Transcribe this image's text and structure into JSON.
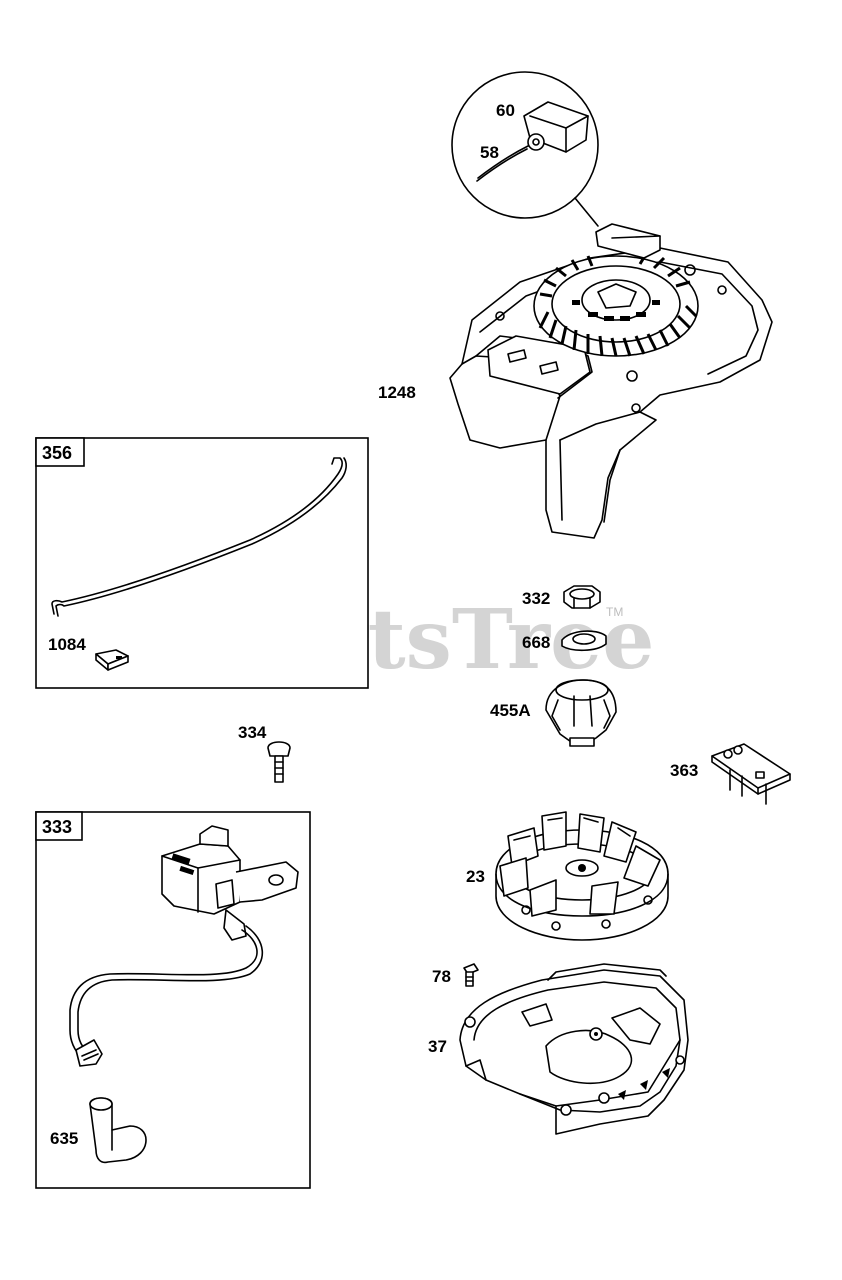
{
  "watermark": {
    "text": "PartsTree",
    "trademark": "TM"
  },
  "parts": {
    "p60": "60",
    "p58": "58",
    "p1248": "1248",
    "p356": "356",
    "p1084": "1084",
    "p332": "332",
    "p668": "668",
    "p455A": "455A",
    "p334": "334",
    "p363": "363",
    "p333": "333",
    "p23": "23",
    "p78": "78",
    "p37": "37",
    "p635": "635"
  }
}
